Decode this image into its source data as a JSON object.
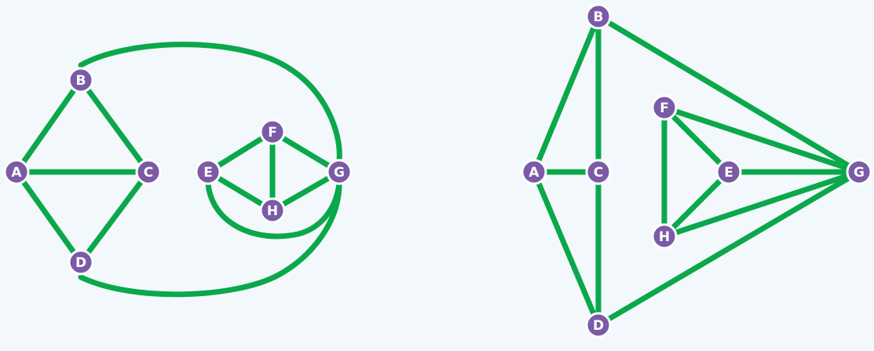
{
  "colors": {
    "background": "#f3f8fc",
    "edge": "#0aa84a",
    "node_fill": "#7b5aa6",
    "node_stroke": "#ffffff",
    "label": "#ffffff"
  },
  "graphs": [
    {
      "nodes": [
        {
          "id": "A",
          "label": "A"
        },
        {
          "id": "B",
          "label": "B"
        },
        {
          "id": "C",
          "label": "C"
        },
        {
          "id": "D",
          "label": "D"
        },
        {
          "id": "E",
          "label": "E"
        },
        {
          "id": "F",
          "label": "F"
        },
        {
          "id": "G",
          "label": "G"
        },
        {
          "id": "H",
          "label": "H"
        }
      ],
      "edges": [
        [
          "A",
          "B"
        ],
        [
          "A",
          "C"
        ],
        [
          "A",
          "D"
        ],
        [
          "B",
          "C"
        ],
        [
          "C",
          "D"
        ],
        [
          "E",
          "F"
        ],
        [
          "F",
          "G"
        ],
        [
          "F",
          "H"
        ],
        [
          "E",
          "H"
        ],
        [
          "H",
          "G"
        ],
        [
          "B",
          "G"
        ],
        [
          "D",
          "G"
        ],
        [
          "E",
          "G"
        ]
      ]
    },
    {
      "nodes": [
        {
          "id": "A",
          "label": "A"
        },
        {
          "id": "B",
          "label": "B"
        },
        {
          "id": "C",
          "label": "C"
        },
        {
          "id": "D",
          "label": "D"
        },
        {
          "id": "E",
          "label": "E"
        },
        {
          "id": "F",
          "label": "F"
        },
        {
          "id": "G",
          "label": "G"
        },
        {
          "id": "H",
          "label": "H"
        }
      ],
      "edges": [
        [
          "A",
          "B"
        ],
        [
          "A",
          "C"
        ],
        [
          "A",
          "D"
        ],
        [
          "B",
          "C"
        ],
        [
          "C",
          "D"
        ],
        [
          "B",
          "G"
        ],
        [
          "D",
          "G"
        ],
        [
          "F",
          "G"
        ],
        [
          "E",
          "G"
        ],
        [
          "H",
          "G"
        ],
        [
          "F",
          "E"
        ],
        [
          "F",
          "H"
        ],
        [
          "E",
          "H"
        ]
      ]
    }
  ]
}
